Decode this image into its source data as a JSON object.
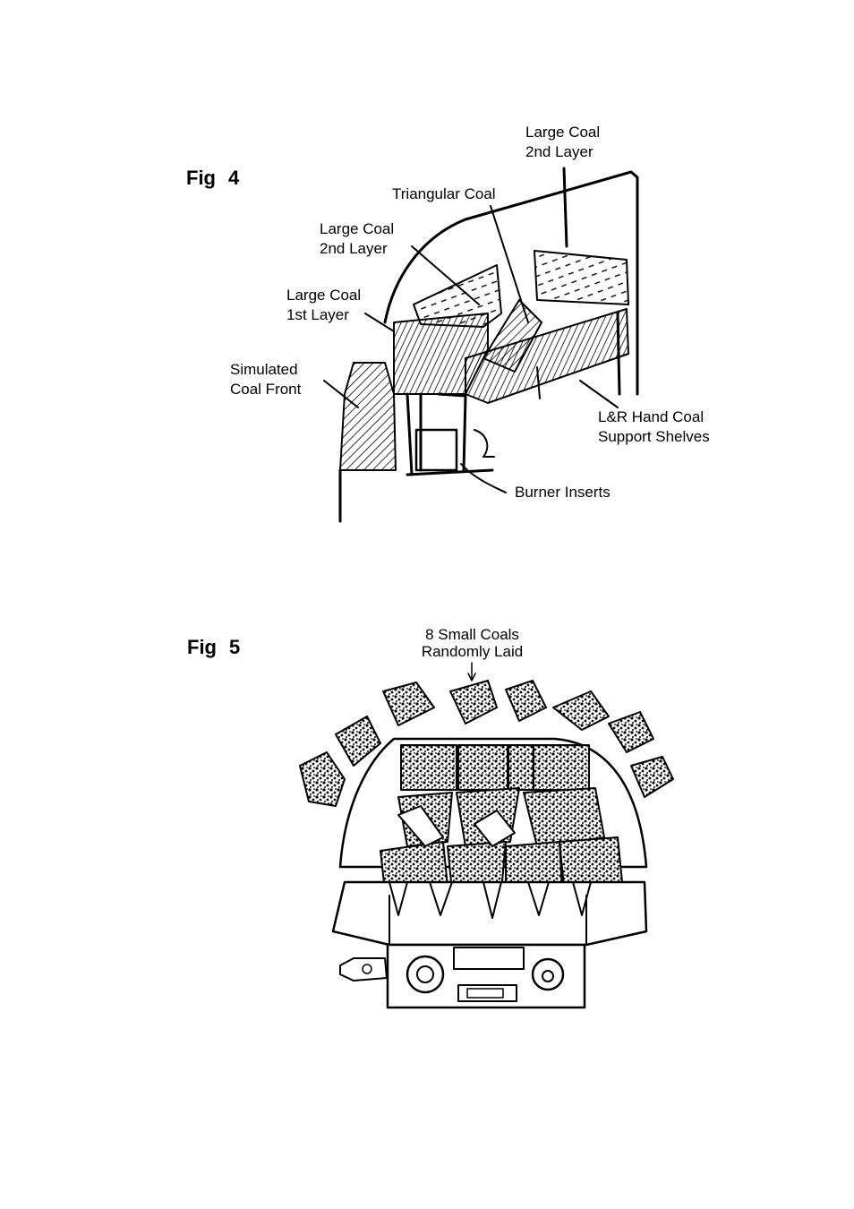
{
  "fig4": {
    "title": "Fig",
    "number": "4",
    "labels": {
      "large_coal_2nd_top": "Large Coal\n2nd Layer",
      "triangular_coal": "Triangular Coal",
      "large_coal_2nd_left": "Large Coal\n2nd Layer",
      "large_coal_1st": "Large Coal\n1st Layer",
      "simulated_coal_front": "Simulated\nCoal Front",
      "hand_coal_shelves": "L&R Hand Coal\nSupport Shelves",
      "burner_inserts": "Burner Inserts"
    }
  },
  "fig5": {
    "title": "Fig",
    "number": "5",
    "labels": {
      "small_coals": "8  Small Coals\nRandomly Laid"
    }
  }
}
